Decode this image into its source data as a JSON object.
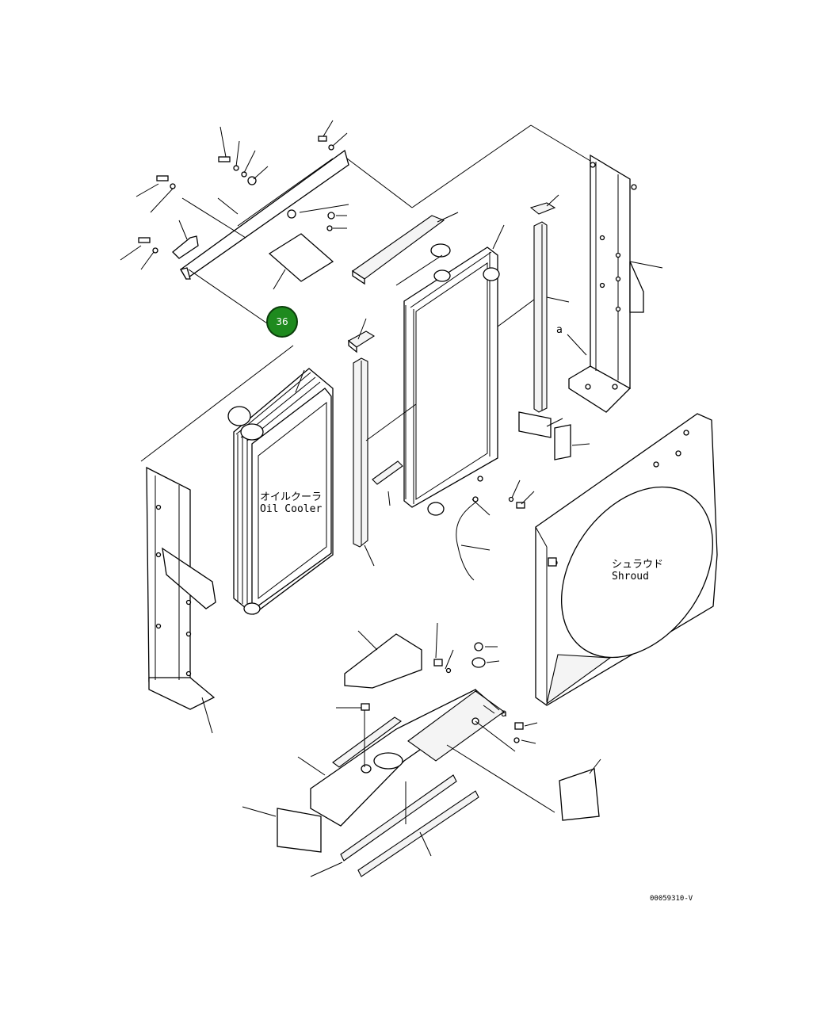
{
  "oil_cooler": {
    "jp": "オイルクーラ",
    "en": "Oil Cooler"
  },
  "shroud": {
    "jp": "シュラウド",
    "en": "Shroud"
  },
  "callout_a_top": "a",
  "callout_a_bottom": "a",
  "highlight_badge": {
    "number": "36",
    "color": "#1e8a1e"
  },
  "drawing_code": "00059310-V"
}
